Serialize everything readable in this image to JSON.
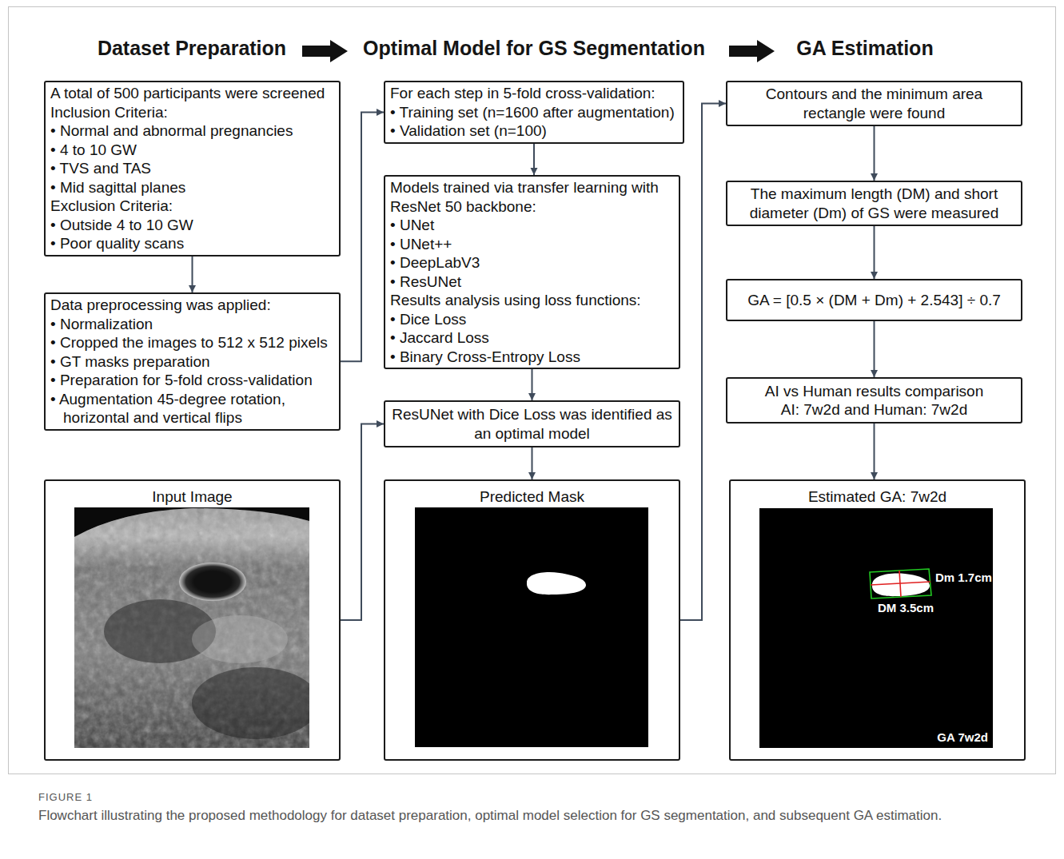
{
  "diagram": {
    "caption": "Flowchart illustrating the proposed methodology for dataset preparation, optimal model selection for GS segmentation, and subsequent GA estimation.",
    "nodes": [
      {
        "text": [
          "A total of 500 participants were screened",
          "Inclusion Criteria:",
          "• Normal and abnormal pregnancies",
          "• 4 to 10 GW",
          "• TVS and TAS",
          "• Mid sagittal planes",
          "Exclusion Criteria:",
          "• Outside 4 to 10 GW",
          "• Poor quality scans"
        ]
      },
      {
        "text": [
          "Data preprocessing was applied:",
          "• Normalization",
          "• Cropped the images to 512 x 512 pixels",
          "• GT masks preparation",
          "• Preparation for 5-fold cross-validation",
          "• Augmentation 45-degree rotation, horizontal and vertical flips"
        ]
      },
      {
        "text": [
          "Input Image"
        ]
      },
      {
        "text": [
          "For each step in 5-fold cross-validation:",
          "• Training set (n=1600 after augmentation)",
          "• Validation set (n=100)"
        ]
      },
      {
        "text": [
          "Models trained via transfer learning with ResNet 50 backbone:",
          "• UNet",
          "• UNet++",
          "• DeepLabV3",
          "• ResUNet",
          "Results analysis using loss functions:",
          "• Dice Loss",
          "• Jaccard Loss",
          "• Binary Cross-Entropy Loss"
        ]
      },
      {
        "text": [
          "ResUNet with Dice Loss was identified as an optimal model"
        ]
      },
      {
        "text": [
          "Predicted Mask"
        ]
      },
      {
        "text": [
          "Contours and the minimum area rectangle were found"
        ]
      },
      {
        "text": [
          "The maximum length (DM) and short diameter (Dm) of GS were measured"
        ]
      },
      {
        "text": [
          "GA = [0.5 × (DM + Dm) + 2.543] ÷ 0.7"
        ]
      },
      {
        "text": [
          "AI vs Human results comparison",
          "AI: 7w2d and Human: 7w2d"
        ]
      },
      {
        "text": [
          "Estimated GA: 7w2d"
        ]
      }
    ],
    "edges": [
      {
        "from": 0,
        "to": 1,
        "arrow": "to"
      },
      {
        "from": 1,
        "to": 3,
        "arrow": "to"
      },
      {
        "from": 2,
        "to": 5,
        "arrow": "to"
      },
      {
        "from": 3,
        "to": 4,
        "arrow": "to"
      },
      {
        "from": 4,
        "to": 5,
        "arrow": "to"
      },
      {
        "from": 5,
        "to": 6,
        "arrow": "to"
      },
      {
        "from": 6,
        "to": 7,
        "arrow": "to"
      },
      {
        "from": 7,
        "to": 8,
        "arrow": "to"
      },
      {
        "from": 8,
        "to": 9,
        "arrow": "to"
      },
      {
        "from": 9,
        "to": 10,
        "arrow": "to"
      },
      {
        "from": 10,
        "to": 11,
        "arrow": "to"
      }
    ],
    "labels": [
      "Dataset Preparation",
      "Optimal Model for GS Segmentation",
      "GA Estimation",
      "Dm 1.7cm",
      "DM 3.5cm",
      "GA 7w2d",
      "FIGURE 1"
    ]
  }
}
